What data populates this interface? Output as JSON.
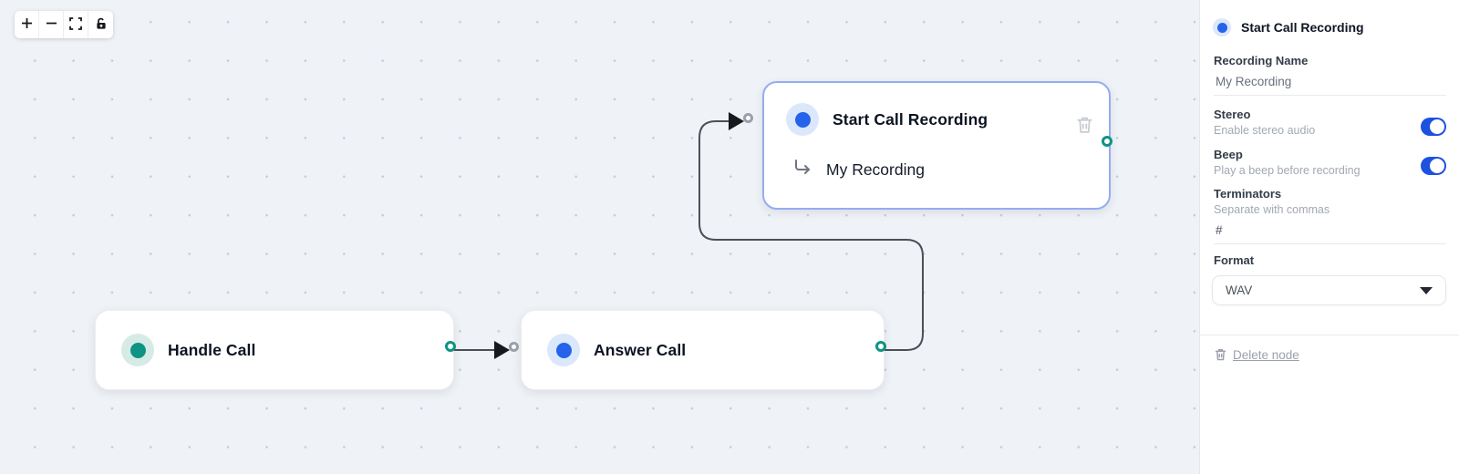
{
  "toolbar": {
    "buttons": [
      {
        "icon": "plus-icon",
        "action": "zoom-in"
      },
      {
        "icon": "minus-icon",
        "action": "zoom-out"
      },
      {
        "icon": "fit-view-icon",
        "action": "fit-view"
      },
      {
        "icon": "lock-icon",
        "action": "toggle-interactivity"
      }
    ]
  },
  "canvas": {
    "nodes": [
      {
        "id": "handle-call",
        "title": "Handle Call",
        "accent": "teal",
        "selected": false
      },
      {
        "id": "answer-call",
        "title": "Answer Call",
        "accent": "blue",
        "selected": false
      },
      {
        "id": "start-call-recording",
        "title": "Start Call Recording",
        "subtitle": "My Recording",
        "accent": "blue",
        "selected": true
      }
    ],
    "edges": [
      {
        "from": "handle-call",
        "to": "answer-call"
      },
      {
        "from": "answer-call",
        "to": "start-call-recording"
      }
    ]
  },
  "sidebar": {
    "title": "Start Call Recording",
    "recording_name": {
      "label": "Recording Name",
      "value": "My Recording"
    },
    "stereo": {
      "label": "Stereo",
      "description": "Enable stereo audio",
      "enabled": true
    },
    "beep": {
      "label": "Beep",
      "description": "Play a beep before recording",
      "enabled": true
    },
    "terminators": {
      "label": "Terminators",
      "description": "Separate with commas",
      "value": "#"
    },
    "format": {
      "label": "Format",
      "value": "WAV"
    },
    "delete_label": "Delete node"
  },
  "colors": {
    "accent_blue": "#2563eb",
    "accent_teal": "#0e9384",
    "toggle_on": "#1d51e0",
    "selected_border": "#94acf4",
    "edge": "#4a5056"
  }
}
